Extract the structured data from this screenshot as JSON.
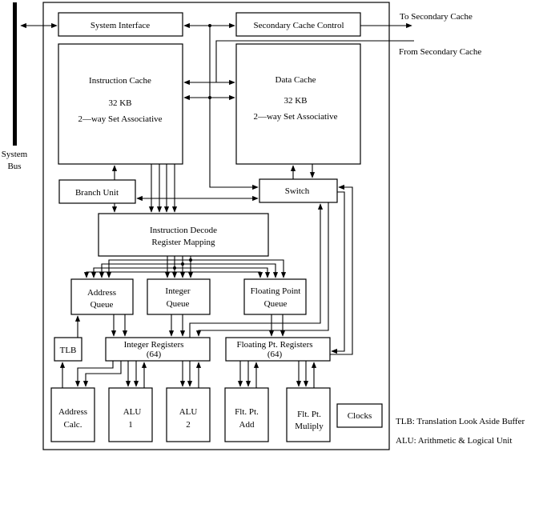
{
  "diagram": {
    "system_bus": {
      "label_line1": "System",
      "label_line2": "Bus"
    },
    "external": {
      "to_secondary_cache": "To Secondary Cache",
      "from_secondary_cache": "From Secondary Cache"
    },
    "blocks": {
      "system_interface": {
        "label": "System Interface"
      },
      "secondary_cache_control": {
        "label": "Secondary Cache Control"
      },
      "instruction_cache": {
        "line1": "Instruction Cache",
        "line2": "32 KB",
        "line3": "2—way Set Associative"
      },
      "data_cache": {
        "line1": "Data Cache",
        "line2": "32 KB",
        "line3": "2—way Set Associative"
      },
      "branch_unit": {
        "label": "Branch Unit"
      },
      "switch": {
        "label": "Switch"
      },
      "instruction_decode": {
        "line1": "Instruction Decode",
        "line2": "Register Mapping"
      },
      "address_queue": {
        "line1": "Address",
        "line2": "Queue"
      },
      "integer_queue": {
        "line1": "Integer",
        "line2": "Queue"
      },
      "fp_queue": {
        "line1": "Floating Point",
        "line2": "Queue"
      },
      "tlb": {
        "label": "TLB"
      },
      "integer_registers": {
        "line1": "Integer Registers",
        "line2": "(64)"
      },
      "fp_registers": {
        "line1": "Floating Pt. Registers",
        "line2": "(64)"
      },
      "address_calc": {
        "line1": "Address",
        "line2": "Calc."
      },
      "alu1": {
        "line1": "ALU",
        "line2": "1"
      },
      "alu2": {
        "line1": "ALU",
        "line2": "2"
      },
      "fp_add": {
        "line1": "Flt. Pt.",
        "line2": "Add"
      },
      "fp_multiply": {
        "line1": "Flt. Pt.",
        "line2": "Muliply"
      },
      "clocks": {
        "label": "Clocks"
      }
    },
    "legend": {
      "tlb": "TLB: Translation Look Aside Buffer",
      "alu": "ALU: Arithmetic & Logical Unit"
    }
  }
}
